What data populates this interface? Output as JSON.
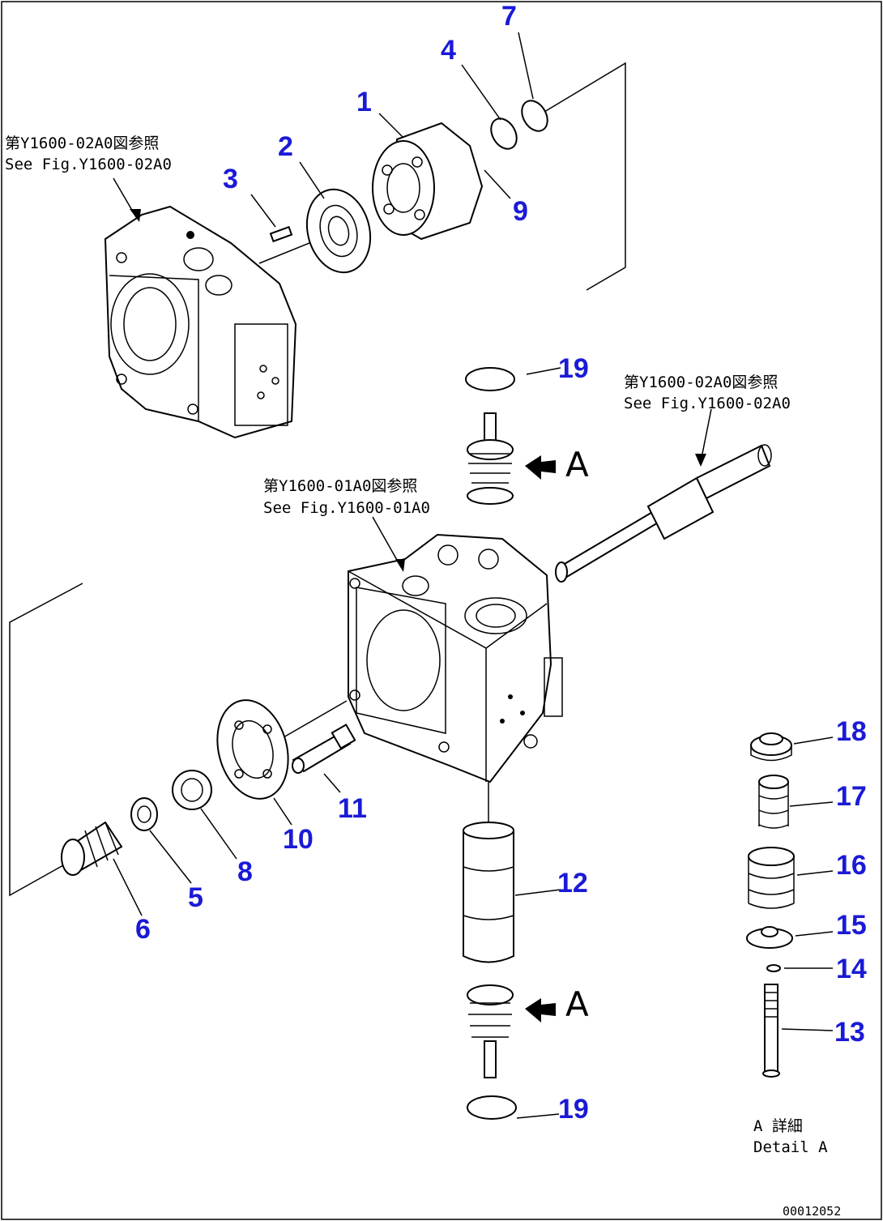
{
  "callouts": {
    "c1": "1",
    "c2": "2",
    "c3": "3",
    "c4": "4",
    "c5": "5",
    "c6": "6",
    "c7": "7",
    "c8": "8",
    "c9": "9",
    "c10": "10",
    "c11": "11",
    "c12": "12",
    "c13": "13",
    "c14": "14",
    "c15": "15",
    "c16": "16",
    "c17": "17",
    "c18": "18",
    "c19a": "19",
    "c19b": "19"
  },
  "references": {
    "ref1_jp": "第Y1600-02A0図参照",
    "ref1_en": "See Fig.Y1600-02A0",
    "ref2_jp": "第Y1600-02A0図参照",
    "ref2_en": "See Fig.Y1600-02A0",
    "ref3_jp": "第Y1600-01A0図参照",
    "ref3_en": "See Fig.Y1600-01A0"
  },
  "detail": {
    "arrow_label_1": "A",
    "arrow_label_2": "A",
    "detail_jp": "A 詳細",
    "detail_en": "Detail A"
  },
  "drawing_number": "00012052",
  "colors": {
    "callout": "#1a1ad6",
    "line": "#000000",
    "background": "#ffffff"
  }
}
